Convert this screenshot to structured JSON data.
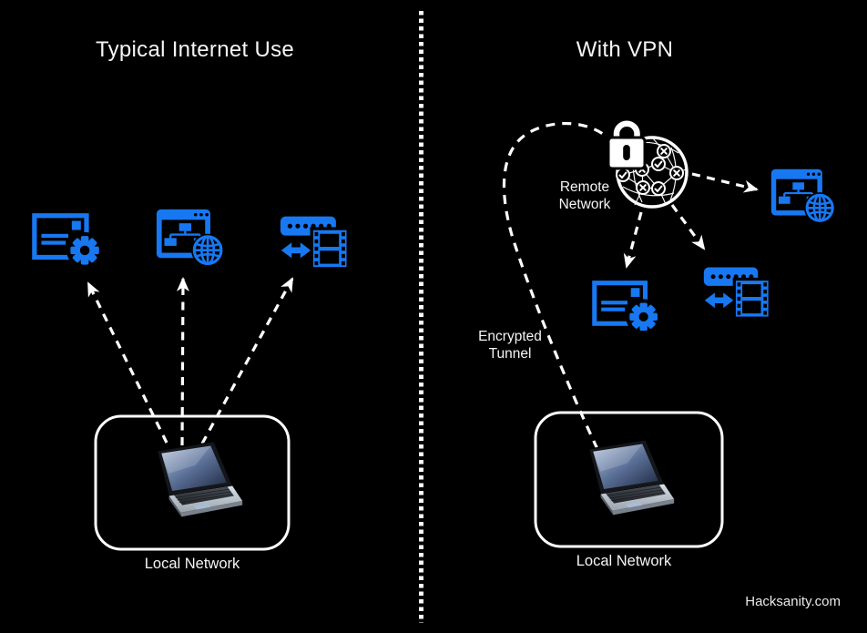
{
  "colors": {
    "icon_blue": "#1778F2",
    "line_white": "#ffffff",
    "text_white": "#f5f5f5",
    "background": "#000000"
  },
  "left_panel": {
    "title": "Typical Internet Use",
    "services": [
      {
        "name": "email-settings-icon"
      },
      {
        "name": "web-browsing-icon"
      },
      {
        "name": "password-media-icon"
      }
    ],
    "local_network_label": "Local Network"
  },
  "right_panel": {
    "title": "With VPN",
    "remote_network_label": "Remote\nNetwork",
    "encrypted_tunnel_label": "Encrypted\nTunnel",
    "services": [
      {
        "name": "web-browsing-icon"
      },
      {
        "name": "email-settings-icon"
      },
      {
        "name": "password-media-icon"
      }
    ],
    "local_network_label": "Local Network"
  },
  "footer": {
    "watermark": "Hacksanity.com"
  }
}
